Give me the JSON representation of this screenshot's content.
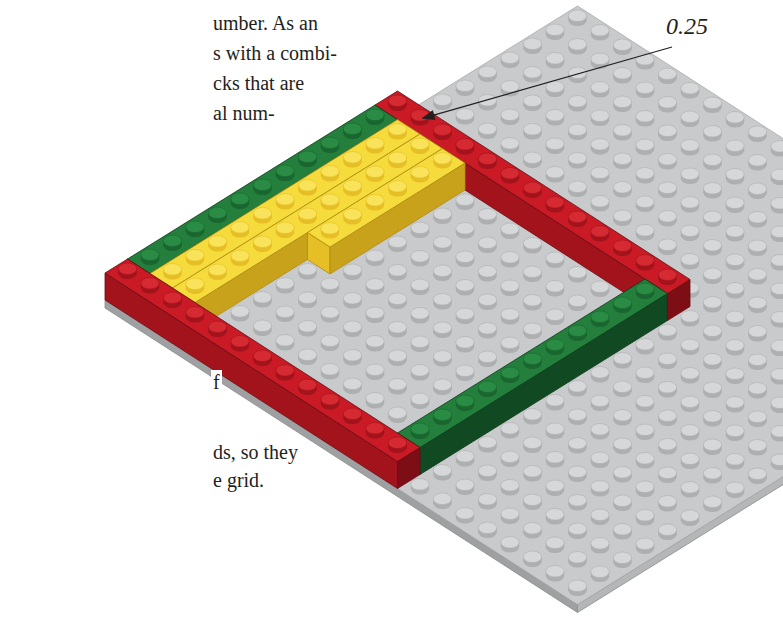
{
  "diagram": {
    "labels": [
      "umber. As an",
      "s with a combi-",
      "cks that are",
      "al num-",
      "f",
      "ds, so they",
      "e grid.",
      "0.25"
    ]
  }
}
